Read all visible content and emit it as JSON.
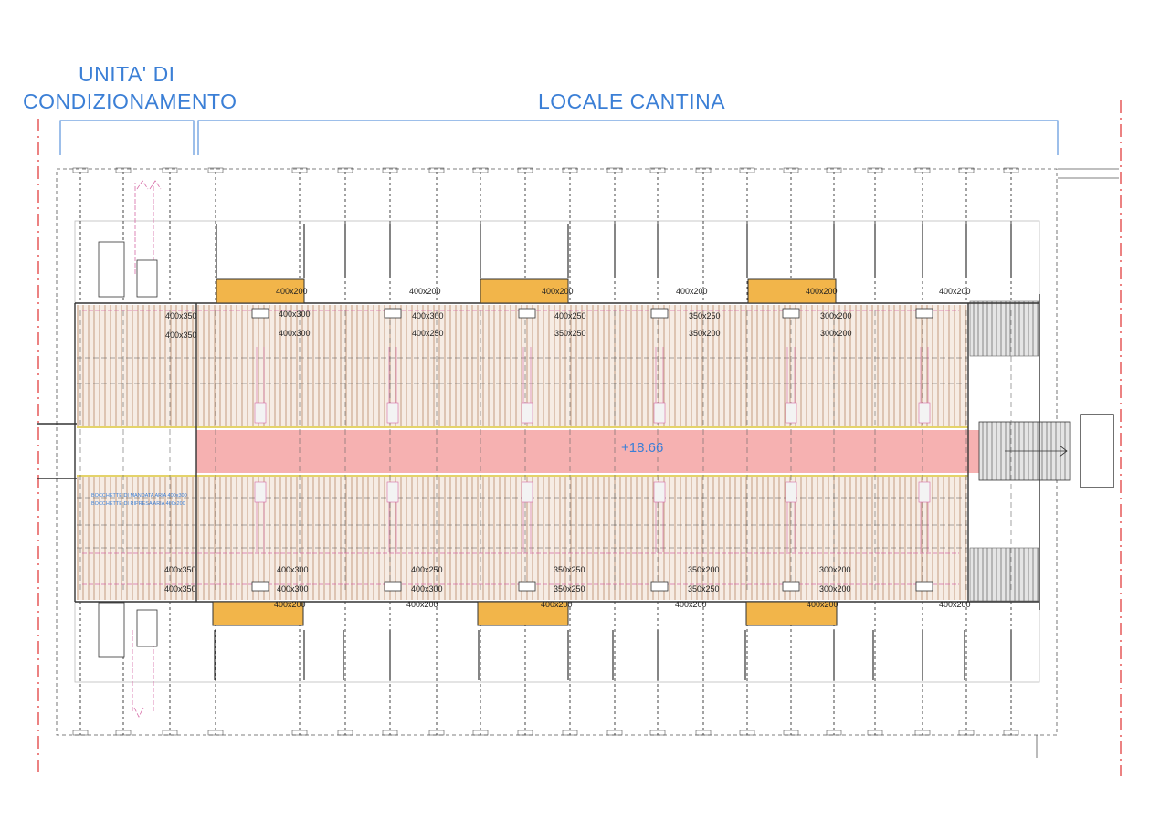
{
  "titles": {
    "unita_line1": "UNITA' DI",
    "unita_line2": "CONDIZIONAMENTO",
    "cantina": "LOCALE CANTINA"
  },
  "elevation": "+18.66",
  "legend": {
    "line1": "BOCCHETTE DI MANDATA ARIA 400x300",
    "line2": "BOCCHETTE DI RIPRESA ARIA 400x200"
  },
  "colors": {
    "title_blue": "#3b7fd6",
    "corridor": "#f4a3a3",
    "orange_block": "#f2b54a",
    "stripe": "#c9a48a",
    "duct_pink": "#d66aa6",
    "red_dash": "#e03030",
    "line": "#333333"
  },
  "labels_top": [
    {
      "id": "t1",
      "text": "400x200"
    },
    {
      "id": "t2",
      "text": "400x200"
    },
    {
      "id": "t3",
      "text": "400x200"
    },
    {
      "id": "t4",
      "text": "400x200"
    },
    {
      "id": "t5",
      "text": "400x200"
    },
    {
      "id": "t6",
      "text": "400x200"
    },
    {
      "id": "t7",
      "text": "400x350"
    },
    {
      "id": "t8",
      "text": "400x350"
    },
    {
      "id": "t9",
      "text": "400x300"
    },
    {
      "id": "t10",
      "text": "400x300"
    },
    {
      "id": "t11",
      "text": "400x300"
    },
    {
      "id": "t12",
      "text": "400x250"
    },
    {
      "id": "t13",
      "text": "400x250"
    },
    {
      "id": "t14",
      "text": "350x250"
    },
    {
      "id": "t15",
      "text": "350x250"
    },
    {
      "id": "t16",
      "text": "350x200"
    },
    {
      "id": "t17",
      "text": "300x200"
    },
    {
      "id": "t18",
      "text": "300x200"
    }
  ],
  "labels_bottom": [
    {
      "id": "b1",
      "text": "400x350"
    },
    {
      "id": "b2",
      "text": "400x350"
    },
    {
      "id": "b3",
      "text": "400x300"
    },
    {
      "id": "b4",
      "text": "400x300"
    },
    {
      "id": "b5",
      "text": "400x250"
    },
    {
      "id": "b6",
      "text": "400x300"
    },
    {
      "id": "b7",
      "text": "350x250"
    },
    {
      "id": "b8",
      "text": "350x250"
    },
    {
      "id": "b9",
      "text": "350x200"
    },
    {
      "id": "b10",
      "text": "350x250"
    },
    {
      "id": "b11",
      "text": "300x200"
    },
    {
      "id": "b12",
      "text": "300x200"
    },
    {
      "id": "b13",
      "text": "400x200"
    },
    {
      "id": "b14",
      "text": "400x200"
    },
    {
      "id": "b15",
      "text": "400x200"
    },
    {
      "id": "b16",
      "text": "400x200"
    },
    {
      "id": "b17",
      "text": "400x200"
    },
    {
      "id": "b18",
      "text": "400x200"
    }
  ]
}
